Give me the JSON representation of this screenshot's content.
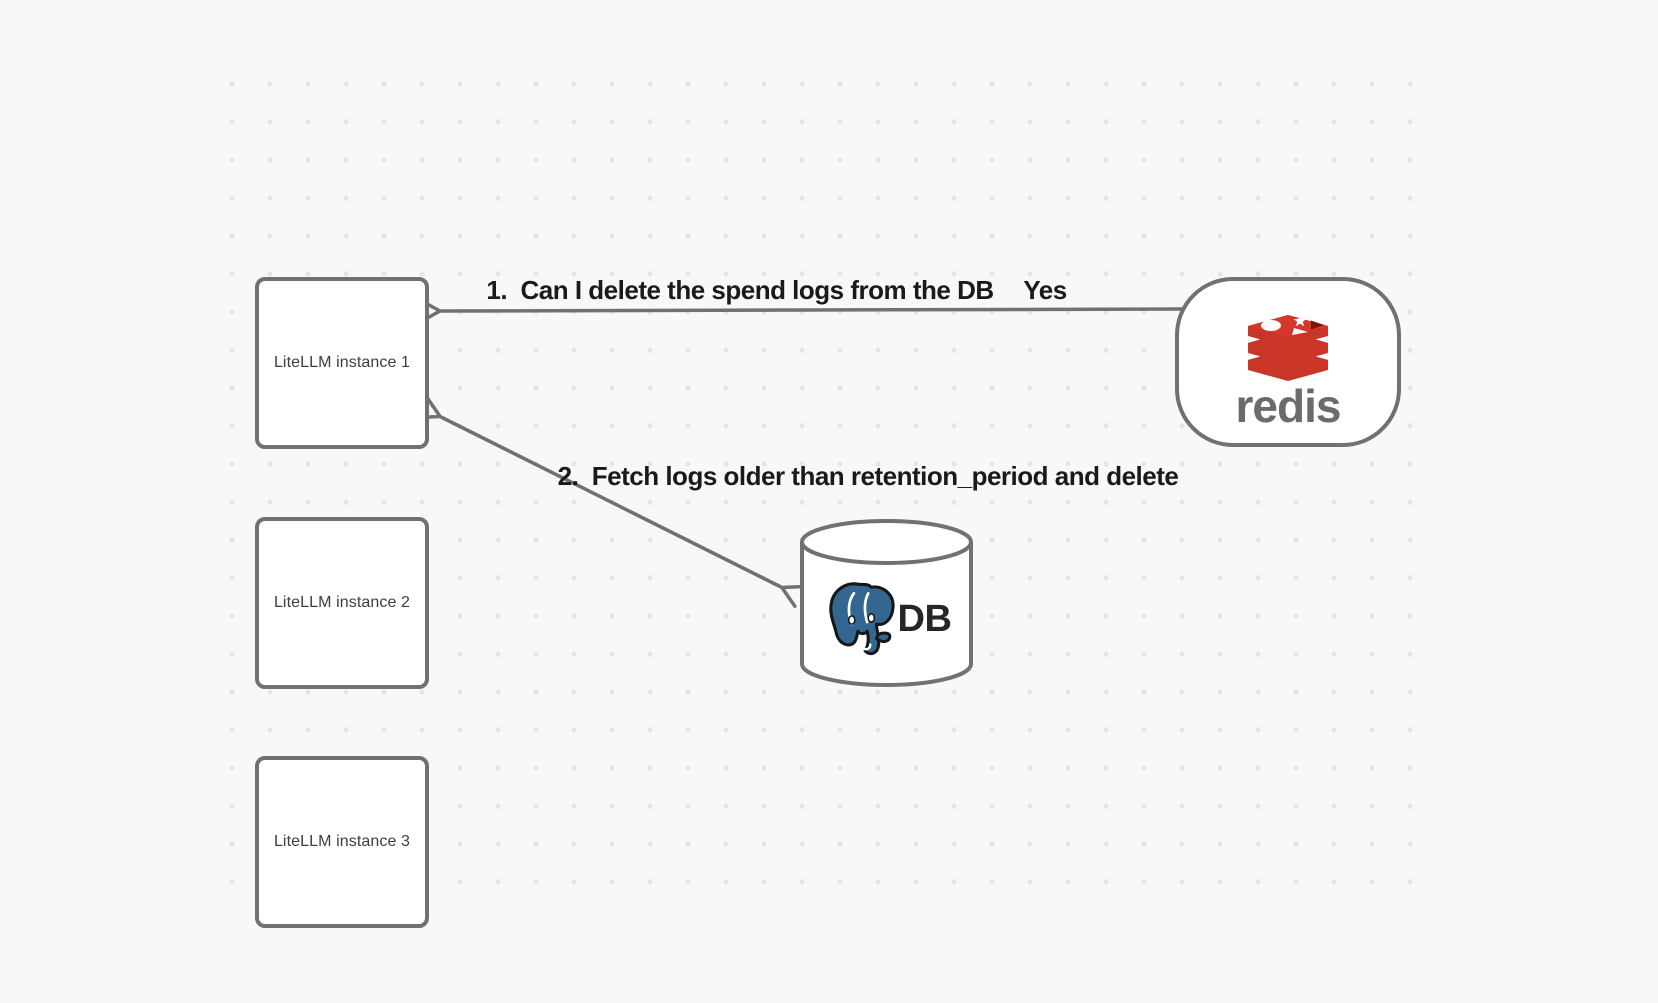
{
  "canvas": {
    "background_color": "#f8f8f7",
    "dot_color": "#e5e5e5",
    "stroke_color": "#717171",
    "label_color": "#1a1a1a"
  },
  "nodes": {
    "instances": [
      {
        "label": "LiteLLM instance 1"
      },
      {
        "label": "LiteLLM instance 2"
      },
      {
        "label": "LiteLLM instance 3"
      }
    ],
    "redis": {
      "wordmark": "redis",
      "icon": "redis-stack-logo",
      "brand_red": "#c6302b",
      "wordmark_color": "#6b6b6b"
    },
    "db": {
      "label": "DB",
      "shape_icon": "database-cylinder",
      "logo_icon": "postgresql-elephant-logo",
      "postgres_blue": "#336791"
    }
  },
  "arrows": [
    {
      "id": "1",
      "label": "1.  Can I delete the spend logs from the DB",
      "response": "Yes",
      "from": "node-redis",
      "to": "node-litellm-instance-1",
      "bidirectional": true
    },
    {
      "id": "2",
      "label": "2.  Fetch logs older than retention_period and delete",
      "from": "node-litellm-instance-1",
      "to": "node-database",
      "bidirectional": true
    }
  ]
}
